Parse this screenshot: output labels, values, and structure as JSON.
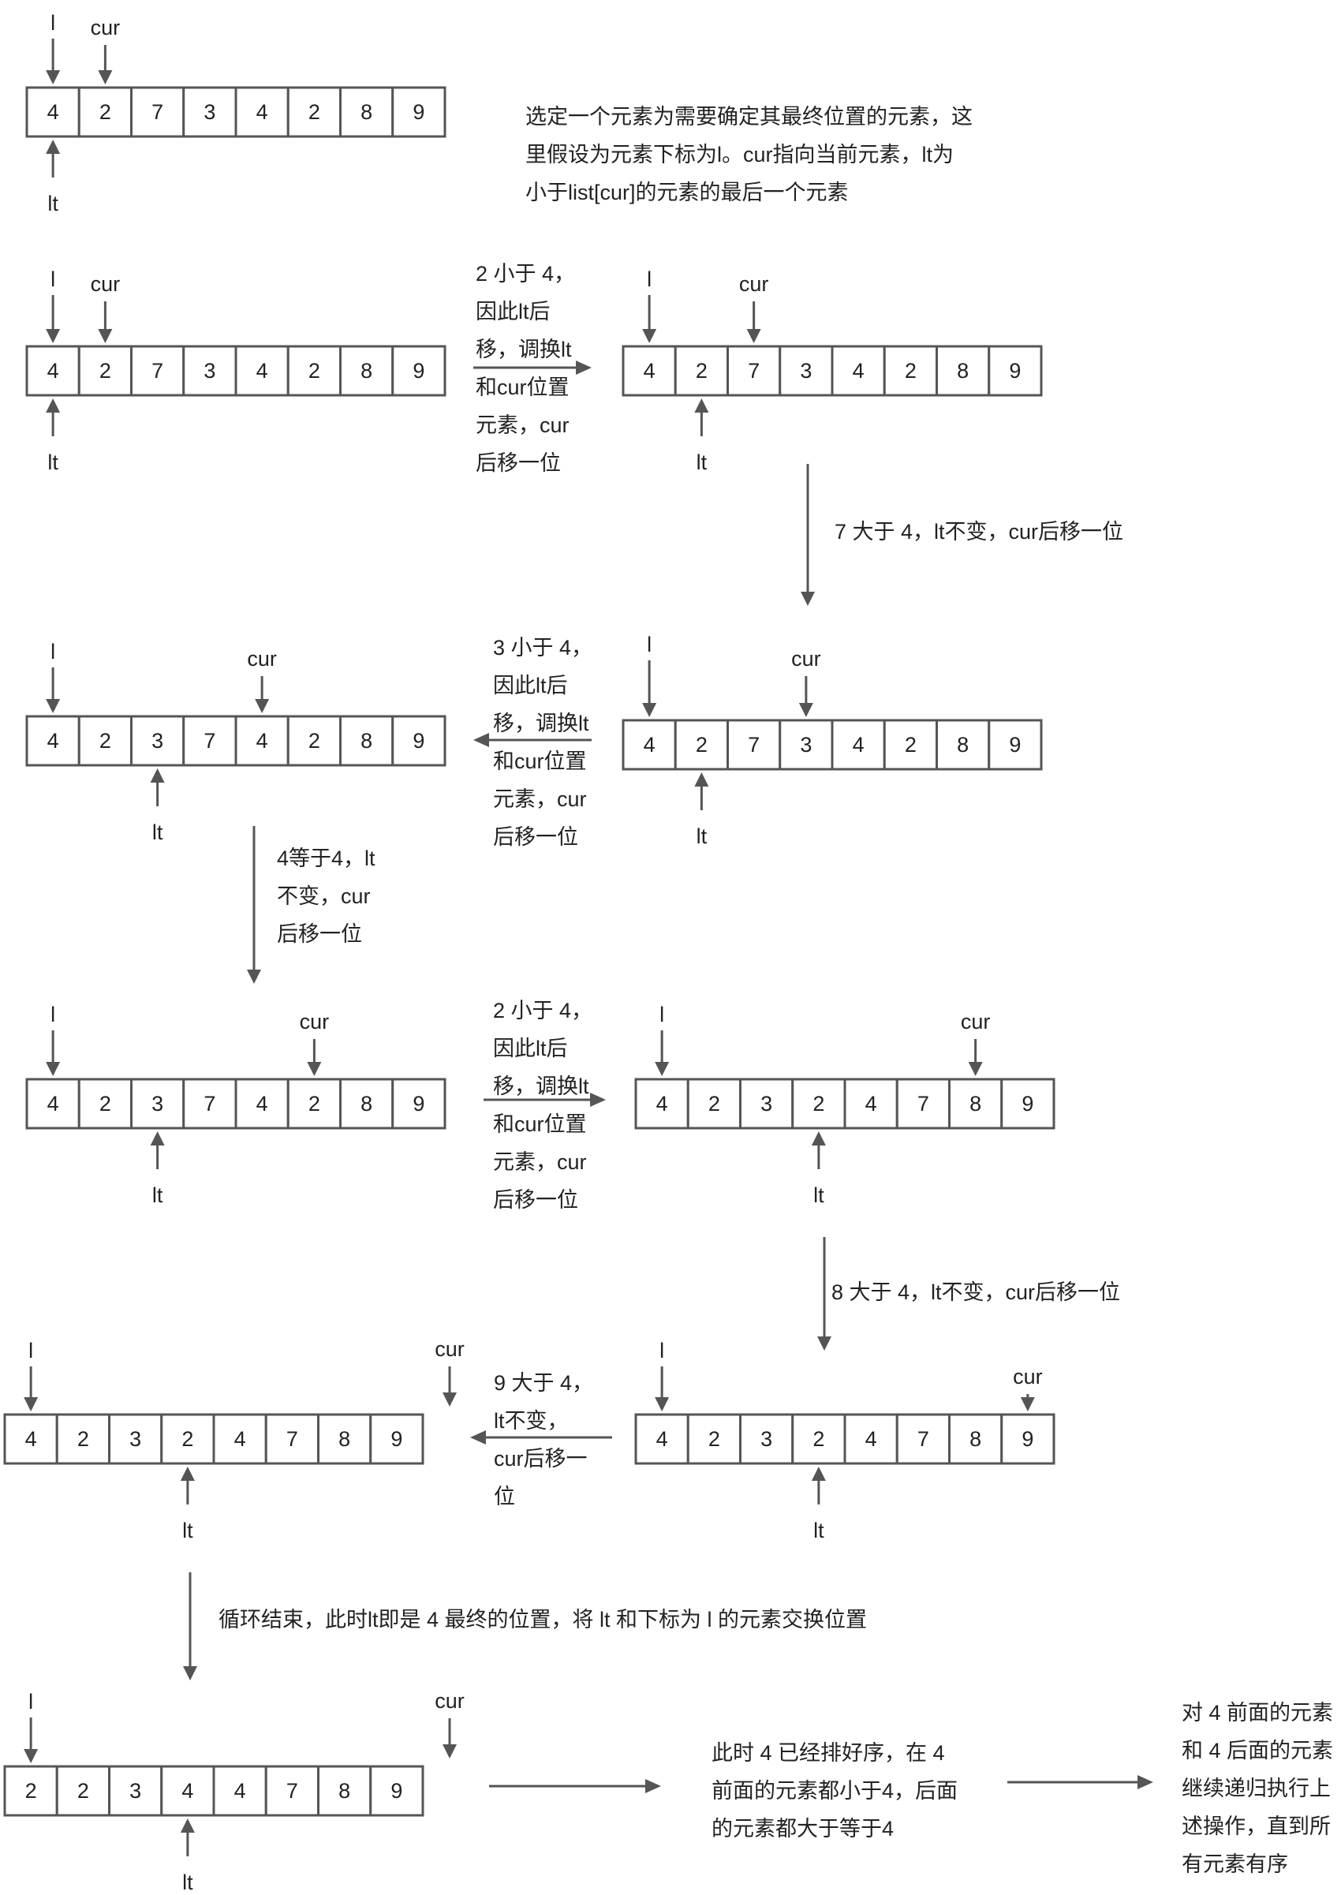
{
  "pointer_labels": {
    "l": "l",
    "cur": "cur",
    "lt": "lt"
  },
  "arrays": [
    [
      "4",
      "2",
      "7",
      "3",
      "4",
      "2",
      "8",
      "9"
    ],
    [
      "4",
      "2",
      "7",
      "3",
      "4",
      "2",
      "8",
      "9"
    ],
    [
      "4",
      "2",
      "7",
      "3",
      "4",
      "2",
      "8",
      "9"
    ],
    [
      "4",
      "2",
      "7",
      "3",
      "4",
      "2",
      "8",
      "9"
    ],
    [
      "4",
      "2",
      "3",
      "7",
      "4",
      "2",
      "8",
      "9"
    ],
    [
      "4",
      "2",
      "3",
      "7",
      "4",
      "2",
      "8",
      "9"
    ],
    [
      "4",
      "2",
      "3",
      "2",
      "4",
      "7",
      "8",
      "9"
    ],
    [
      "4",
      "2",
      "3",
      "2",
      "4",
      "7",
      "8",
      "9"
    ],
    [
      "4",
      "2",
      "3",
      "2",
      "4",
      "7",
      "8",
      "9"
    ],
    [
      "2",
      "2",
      "3",
      "4",
      "4",
      "7",
      "8",
      "9"
    ]
  ],
  "notes": {
    "intro": [
      "选定一个元素为需要确定其最终位置的元素，这",
      "里假设为元素下标为l。cur指向当前元素，lt为",
      "小于list[cur]的元素的最后一个元素"
    ],
    "step1": [
      "2 小于 4，",
      "因此lt后",
      "移，调换lt",
      "和cur位置",
      "元素，cur",
      "后移一位"
    ],
    "step2": [
      "7 大于 4，lt不变，cur后移一位"
    ],
    "step3": [
      "3 小于 4，",
      "因此lt后",
      "移，调换lt",
      "和cur位置",
      "元素，cur",
      "后移一位"
    ],
    "step4": [
      "4等于4，lt",
      "不变，cur",
      "后移一位"
    ],
    "step5": [
      "2 小于 4，",
      "因此lt后",
      "移，调换lt",
      "和cur位置",
      "元素，cur",
      "后移一位"
    ],
    "step6": [
      "8 大于 4，lt不变，cur后移一位"
    ],
    "step7": [
      "9 大于 4，",
      "lt不变，",
      "cur后移一",
      "位"
    ],
    "step8": [
      "循环结束，此时lt即是 4 最终的位置，将 lt 和下标为 l 的元素交换位置"
    ],
    "result": [
      "此时 4 已经排好序，在 4",
      "前面的元素都小于4，后面",
      "的元素都大于等于4"
    ],
    "recurse": [
      "对 4 前面的元素",
      "和 4 后面的元素",
      "继续递归执行上",
      "述操作，直到所",
      "有元素有序"
    ]
  }
}
